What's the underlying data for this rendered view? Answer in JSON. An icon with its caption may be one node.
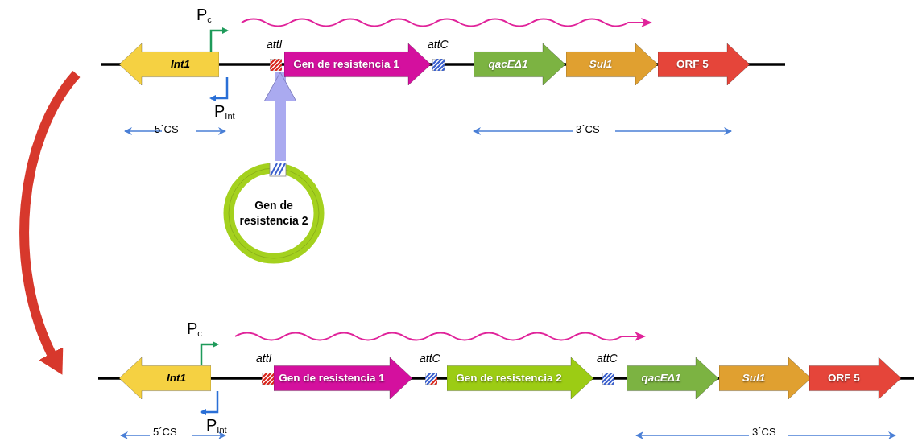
{
  "diagram": {
    "nodes": [
      {
        "text": [
          "Int1"
        ]
      },
      {
        "text": [],
        "shape": "box"
      },
      {
        "text": [
          "Gen de resistencia 1"
        ]
      },
      {
        "text": [],
        "shape": "box"
      },
      {
        "text": [
          "qacEΔ1"
        ]
      },
      {
        "text": [
          "Sul1"
        ]
      },
      {
        "text": [
          "ORF 5"
        ]
      },
      {
        "text": [
          "Gen de resistencia 2"
        ]
      },
      {
        "text": [
          "Int1"
        ]
      },
      {
        "text": [],
        "shape": "box"
      },
      {
        "text": [
          "Gen de resistencia 1"
        ]
      },
      {
        "text": [],
        "shape": "box"
      },
      {
        "text": [
          "Gen de resistencia 2"
        ]
      },
      {
        "text": [],
        "shape": "box"
      },
      {
        "text": [
          "qacEΔ1"
        ]
      },
      {
        "text": [
          "Sul1"
        ]
      },
      {
        "text": [
          "ORF 5"
        ]
      }
    ],
    "edges": [
      {
        "from": 7,
        "to": 1,
        "arrow": "to",
        "color": "#aaaaf0"
      }
    ],
    "labels": [
      "P$_{c}$",
      "attI",
      "attC",
      "P$_{Int}$",
      "5´CS",
      "3´CS",
      "P$_{c}$",
      "attI",
      "attC",
      "attC",
      "P$_{Int}$",
      "5´CS",
      "3´CS"
    ]
  }
}
